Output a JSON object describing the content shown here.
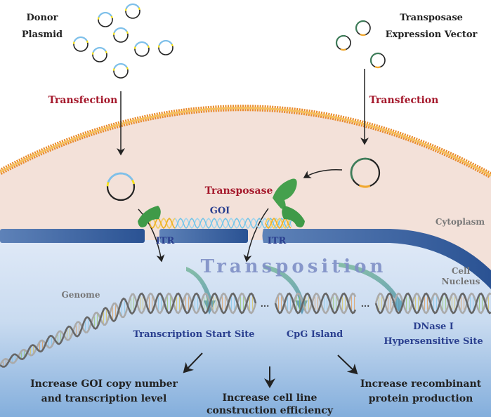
{
  "labels": {
    "donor_plasmid": [
      "Donor",
      "Plasmid"
    ],
    "transposase_vector": [
      "Transposase",
      "Expression Vector"
    ],
    "transfection_left": "Transfection",
    "transfection_right": "Transfection",
    "transposase": "Transposase",
    "cytoplasm": "Cytoplasm",
    "cell_nucleus": [
      "Cell",
      "Nucleus"
    ],
    "goi": "GOI",
    "itr_left": "ITR",
    "itr_right": "ITR",
    "transposition": "Transposition",
    "genome": "Genome",
    "ellipsis": "...",
    "sites": {
      "tss": "Transcription Start Site",
      "cpg": "CpG Island",
      "dnase": [
        "DNase I",
        "Hypersensitive Site"
      ]
    },
    "outcomes": {
      "left": [
        "Increase GOI copy number",
        "and transcription level"
      ],
      "middle": [
        "Increase cell line",
        "construction efficiency"
      ],
      "right": [
        "Increase recombinant",
        "protein production"
      ]
    }
  },
  "colors": {
    "red_label": "#a5192c",
    "blue_label": "#2a3f8f",
    "membrane": "#f0a030",
    "cytoplasm": "#f3e1d9",
    "nucleus_top": "#dde8f6",
    "nucleus_bottom": "#86b0dc",
    "envelope": "#2f5d9c",
    "protein": "#3f9a48",
    "itr": "#f2b01e",
    "goi_dna": "#6ec3e8"
  }
}
